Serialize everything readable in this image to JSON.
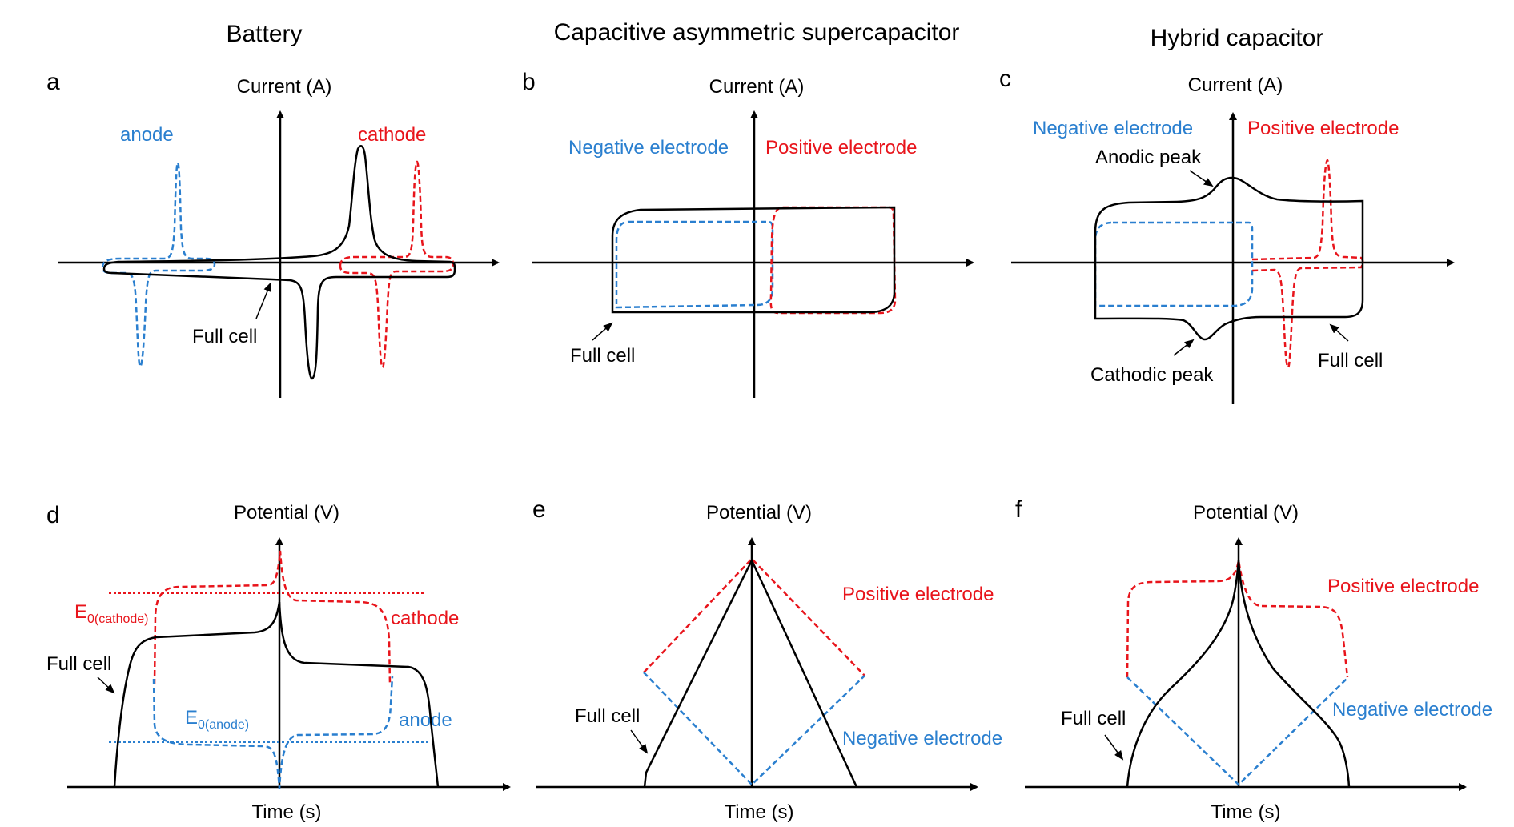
{
  "colors": {
    "black": "#000000",
    "blue": "#2a7fcf",
    "red": "#e8141b"
  },
  "columns": {
    "battery": "Battery",
    "supercap": "Capacitive asymmetric supercapacitor",
    "hybrid": "Hybrid capacitor"
  },
  "axes": {
    "current": "Current (A)",
    "potential": "Potential (V)",
    "time": "Time (s)"
  },
  "panels": {
    "a": {
      "letter": "a",
      "anode": "anode",
      "cathode": "cathode",
      "full_cell": "Full cell"
    },
    "b": {
      "letter": "b",
      "negative": "Negative electrode",
      "positive": "Positive electrode",
      "full_cell": "Full cell"
    },
    "c": {
      "letter": "c",
      "negative": "Negative electrode",
      "positive": "Positive electrode",
      "anodic": "Anodic peak",
      "cathodic": "Cathodic peak",
      "full_cell": "Full cell"
    },
    "d": {
      "letter": "d",
      "e0_main": "E",
      "e0_cathode_sub": "0(cathode)",
      "e0_anode_sub": "0(anode)",
      "cathode": "cathode",
      "anode": "anode",
      "full_cell": "Full cell"
    },
    "e": {
      "letter": "e",
      "positive": "Positive electrode",
      "negative": "Negative electrode",
      "full_cell": "Full cell"
    },
    "f": {
      "letter": "f",
      "positive": "Positive electrode",
      "negative": "Negative electrode",
      "full_cell": "Full cell"
    }
  }
}
